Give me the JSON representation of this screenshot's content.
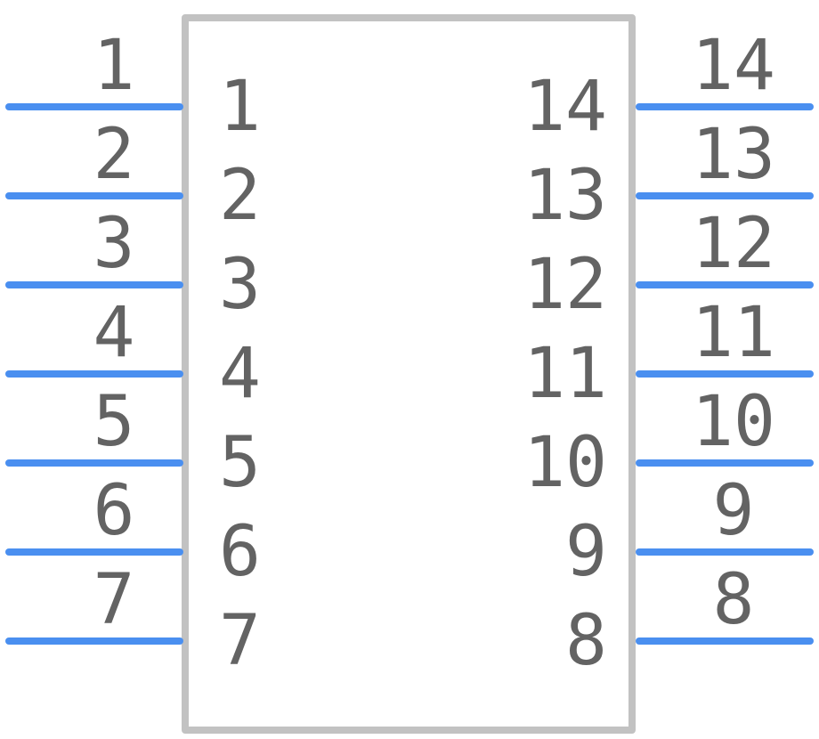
{
  "colors": {
    "body_outline": "#c2c2c2",
    "pin_line": "#4a8ff0",
    "text": "#636363",
    "background": "#ffffff"
  },
  "left_pins": [
    {
      "number": "1",
      "label": "1"
    },
    {
      "number": "2",
      "label": "2"
    },
    {
      "number": "3",
      "label": "3"
    },
    {
      "number": "4",
      "label": "4"
    },
    {
      "number": "5",
      "label": "5"
    },
    {
      "number": "6",
      "label": "6"
    },
    {
      "number": "7",
      "label": "7"
    }
  ],
  "right_pins": [
    {
      "number": "14",
      "label": "14"
    },
    {
      "number": "13",
      "label": "13"
    },
    {
      "number": "12",
      "label": "12"
    },
    {
      "number": "11",
      "label": "11"
    },
    {
      "number": "10",
      "label": "10"
    },
    {
      "number": "9",
      "label": "9"
    },
    {
      "number": "8",
      "label": "8"
    }
  ]
}
